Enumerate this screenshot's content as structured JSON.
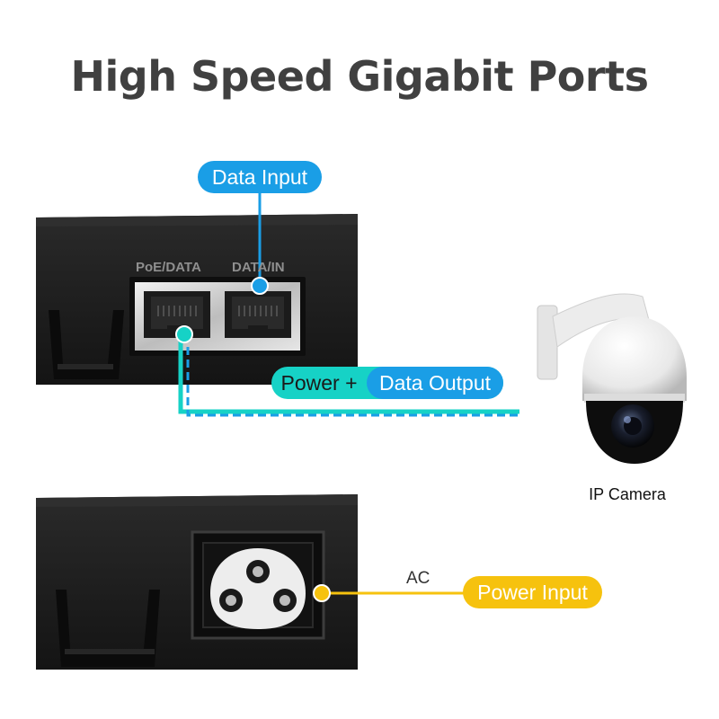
{
  "title": "High Speed Gigabit Ports",
  "labels": {
    "data_input": "Data Input",
    "power_plus": "Power +",
    "data_output": "Data Output",
    "power_input": "Power Input",
    "poe_data_port": "PoE/DATA",
    "data_in_port": "DATA/IN",
    "ip_camera": "IP Camera",
    "ac": "AC"
  },
  "colors": {
    "data_blue": "#1a9ee6",
    "power_cyan": "#16d2c6",
    "power_yellow": "#f6c20e",
    "device_black": "#1c1c1c",
    "title_gray": "#404040"
  }
}
